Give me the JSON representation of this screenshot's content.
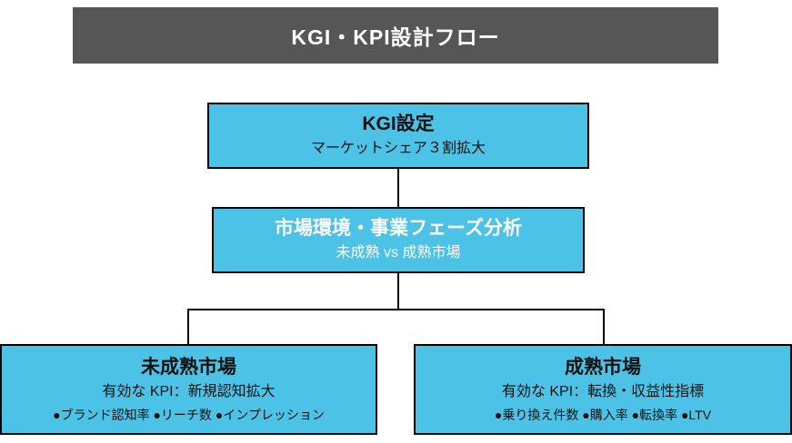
{
  "colors": {
    "header_bg": "#565656",
    "box_bg": "#4cc2e6",
    "border": "#000000",
    "analysis_text": "#ffffff",
    "default_text": "#111111"
  },
  "header": {
    "title": "KGI・KPI設計フロー"
  },
  "flow": {
    "kgi": {
      "title": "KGI設定",
      "subtitle": "マーケットシェア３割拡大"
    },
    "analysis": {
      "title": "市場環境・事業フェーズ分析",
      "subtitle": "未成熟 vs 成熟市場"
    },
    "immature": {
      "title": "未成熟市場",
      "subtitle": "有効な KPI：新規認知拡大",
      "bullets": "●ブランド認知率 ●リーチ数 ●インプレッション"
    },
    "mature": {
      "title": "成熟市場",
      "subtitle": "有効な KPI：転換・収益性指標",
      "bullets": "●乗り換え件数 ●購入率 ●転換率 ●LTV"
    }
  }
}
